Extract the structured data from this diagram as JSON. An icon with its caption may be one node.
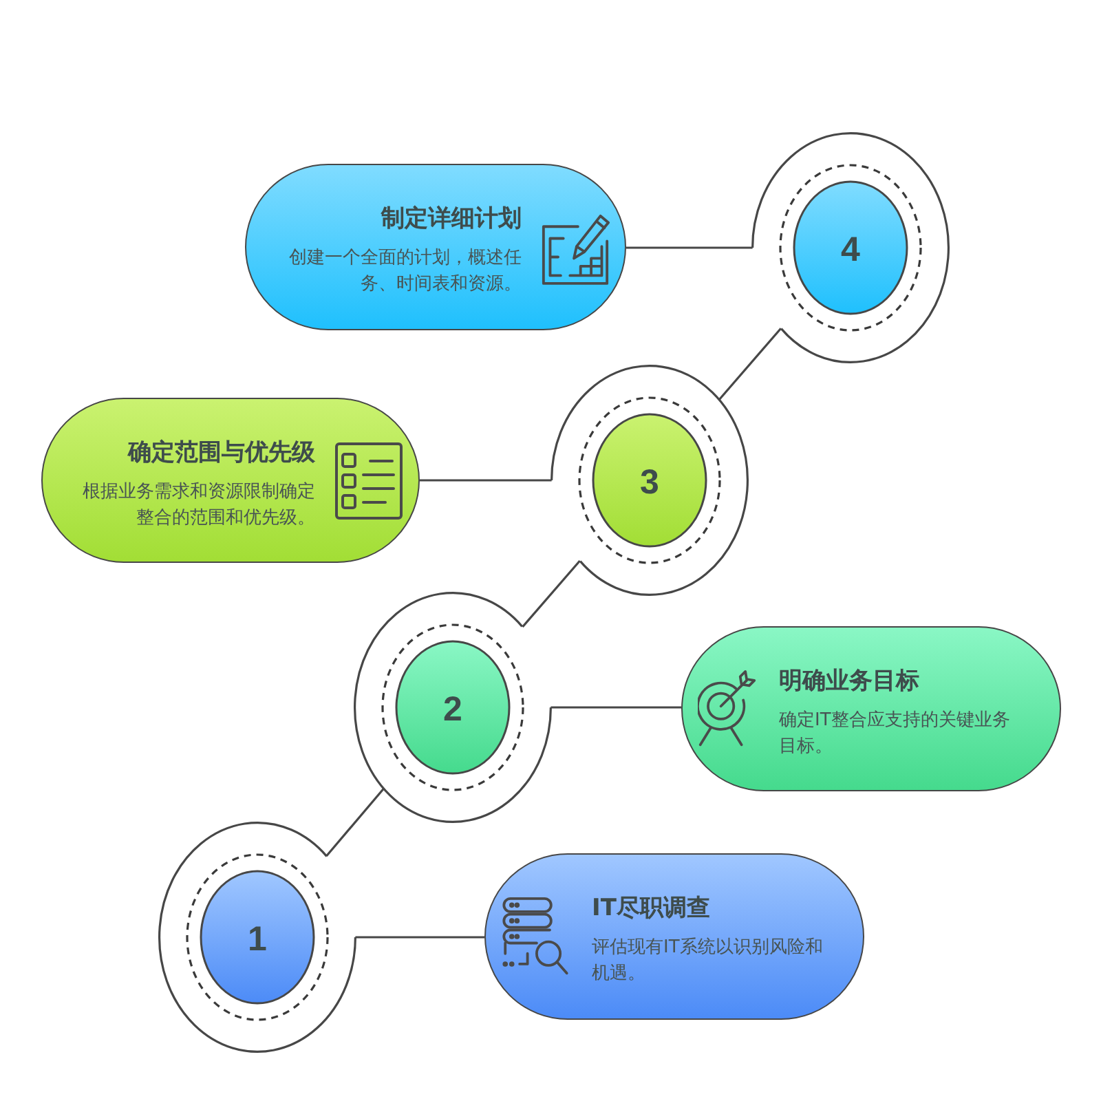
{
  "diagram": {
    "nodes": [
      {
        "text": [
          "制定详细计划",
          "创建一个全面的计划，概述任务、时间表和资源。"
        ]
      },
      {
        "text": [
          "4"
        ]
      },
      {
        "text": [
          "确定范围与优先级",
          "根据业务需求和资源限制确定整合的范围和优先级。"
        ]
      },
      {
        "text": [
          "3"
        ]
      },
      {
        "text": [
          "2"
        ]
      },
      {
        "text": [
          "明确业务目标",
          "确定IT整合应支持的关键业务目标。"
        ]
      },
      {
        "text": [
          "1"
        ]
      },
      {
        "text": [
          "IT尽职调查",
          "评估现有IT系统以识别风险和机遇。"
        ]
      }
    ],
    "edges": [
      {
        "from": 1,
        "to": 0,
        "arrow": "none"
      },
      {
        "from": 3,
        "to": 2,
        "arrow": "none"
      },
      {
        "from": 4,
        "to": 5,
        "arrow": "none"
      },
      {
        "from": 6,
        "to": 7,
        "arrow": "none"
      },
      {
        "from": 6,
        "to": 4,
        "arrow": "none"
      },
      {
        "from": 4,
        "to": 3,
        "arrow": "none"
      },
      {
        "from": 3,
        "to": 1,
        "arrow": "none"
      }
    ]
  }
}
